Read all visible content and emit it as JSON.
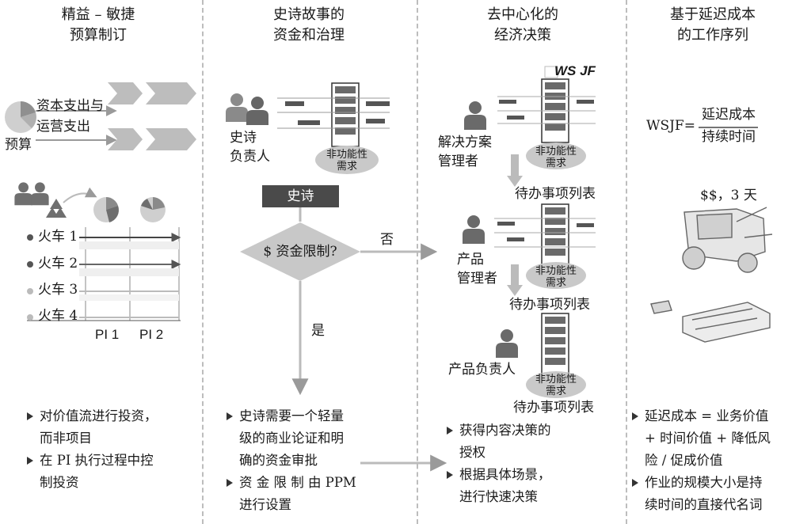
{
  "columns": [
    {
      "title": "精益 – 敏捷\n预算制订",
      "labels": {
        "capex_opex": "资本支出与\n运营支出",
        "budget": "预算"
      },
      "trains": [
        "火车 1",
        "火车 2",
        "火车 3",
        "火车 4"
      ],
      "pis": [
        "PI 1",
        "PI 2"
      ],
      "bullets": [
        "对价值流进行投资，\n而非项目",
        "在 PI 执行过程中控\n制投资"
      ]
    },
    {
      "title": "史诗故事的\n资金和治理",
      "labels": {
        "epic_owner": "史诗\n负责人",
        "nfr": "非功能性\n需求",
        "epic": "史诗",
        "decision": "$ 资金限制?",
        "no": "否",
        "yes": "是"
      },
      "bullets": [
        "史诗需要一个轻量\n级的商业论证和明\n确的资金审批",
        "资 金 限 制 由 PPM\n进行设置"
      ]
    },
    {
      "title": "去中心化的\n经济决策",
      "labels": {
        "wsjf": "WS JF",
        "solution_mgmt": "解决方案\n管理者",
        "product_mgmt": "产品\n管理者",
        "product_owner": "产品负责人",
        "nfr": "非功能性\n需求",
        "backlog": "待办事项列表"
      },
      "bullets": [
        "获得内容决策的\n授权",
        "根据具体场景，\n进行快速决策"
      ]
    },
    {
      "title": "基于延迟成本\n的工作序列",
      "labels": {
        "formula_lhs": "WSJF=",
        "numerator": "延迟成本",
        "denominator": "持续时间",
        "cost": "$$，3 天"
      },
      "bullets": [
        "延迟成本 = 业务价值\n+ 时间价值 + 降低风\n险 / 促成价值",
        "作业的规模大小是持\n续时间的直接代名词"
      ]
    }
  ]
}
